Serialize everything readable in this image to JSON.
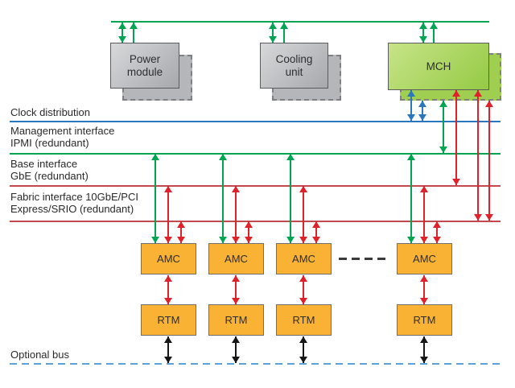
{
  "colors": {
    "green": "#00a551",
    "blue": "#2b77bd",
    "red": "#e0212a",
    "red_line": "#c4494e",
    "optional_blue": "#5aa2d9",
    "black": "#161616",
    "amc_fill": "#f9b233",
    "module_fill_light": "#d7d8da",
    "module_fill_dark": "#a6a8ab",
    "module_shadow_fill": "#b4b6b9",
    "mch_fill_light": "#c7e488",
    "mch_fill_dark": "#94ca44",
    "mch_shadow_fill": "#9fce50"
  },
  "modules": {
    "power": {
      "line1": "Power",
      "line2": "module"
    },
    "cooling": {
      "line1": "Cooling",
      "line2": "unit"
    },
    "mch": {
      "label": "MCH"
    }
  },
  "buses": {
    "clock": {
      "label": "Clock distribution"
    },
    "management": {
      "line1": "Management interface",
      "line2": "IPMI (redundant)"
    },
    "base": {
      "line1": "Base interface",
      "line2": "GbE (redundant)"
    },
    "fabric": {
      "line1": "Fabric interface 10GbE/PCI",
      "line2": "Express/SRIO (redundant)"
    },
    "optional": {
      "label": "Optional bus"
    }
  },
  "slots": {
    "amc_labels": [
      "AMC",
      "AMC",
      "AMC",
      "AMC"
    ],
    "rtm_labels": [
      "RTM",
      "RTM",
      "RTM",
      "RTM"
    ]
  }
}
